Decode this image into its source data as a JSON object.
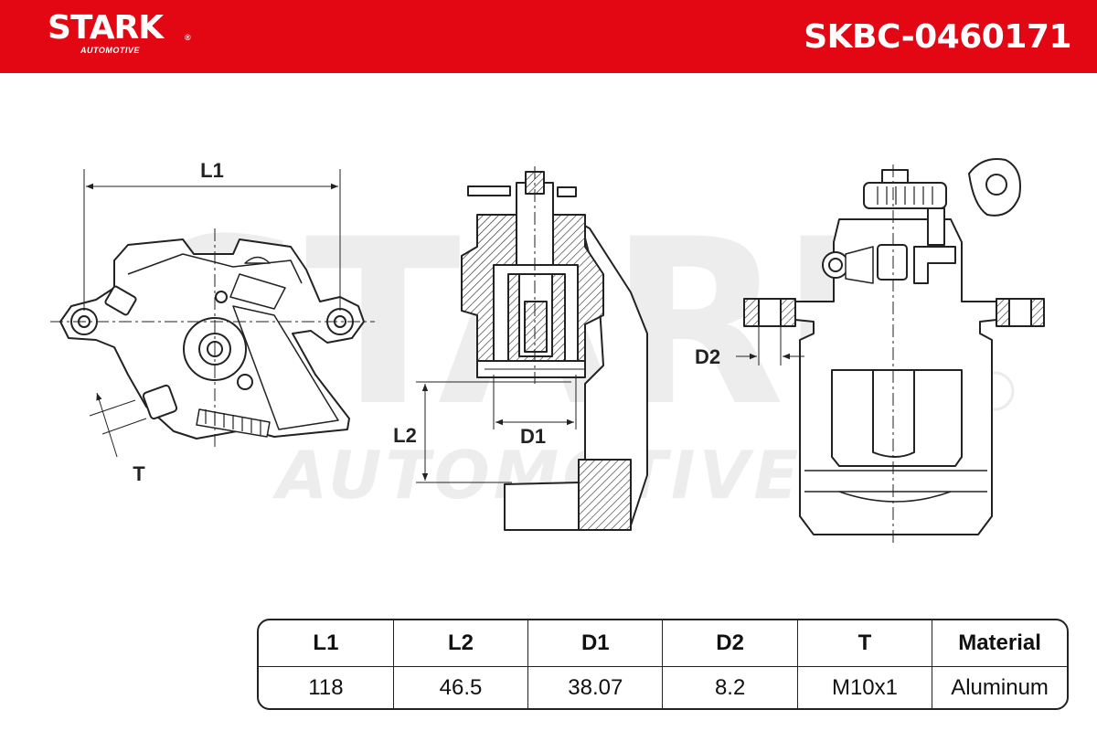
{
  "brand": {
    "name": "STARK",
    "registered": "®",
    "tagline": "AUTOMOTIVE",
    "color": "#e30613"
  },
  "part_number": "SKBC-0460171",
  "watermark": {
    "main": "STARK",
    "sub": "AUTOMOTIVE"
  },
  "dimension_labels": {
    "l1": "L1",
    "l2": "L2",
    "d1": "D1",
    "d2": "D2",
    "t": "T"
  },
  "specs": {
    "headers": [
      "L1",
      "L2",
      "D1",
      "D2",
      "T",
      "Material"
    ],
    "values": [
      "118",
      "46.5",
      "38.07",
      "8.2",
      "M10x1",
      "Aluminum"
    ]
  }
}
